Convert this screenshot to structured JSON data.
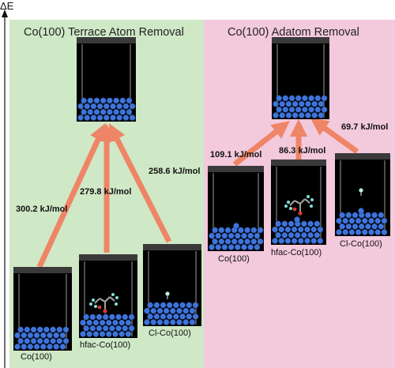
{
  "axis": {
    "label": "ΔE"
  },
  "left_panel": {
    "title": "Co(100) Terrace Atom Removal",
    "energies": [
      "300.2 kJ/mol",
      "279.8 kJ/mol",
      "258.6 kJ/mol"
    ],
    "labels": [
      "Co(100)",
      "hfac-Co(100)",
      "Cl-Co(100)"
    ]
  },
  "right_panel": {
    "title": "Co(100) Adatom Removal",
    "energies": [
      "109.1 kJ/mol",
      "86.3 kJ/mol",
      "69.7 kJ/mol"
    ],
    "labels": [
      "Co(100)",
      "hfac-Co(100)",
      "Cl-Co(100)"
    ]
  },
  "colors": {
    "left_background": "#cfe8c6",
    "right_background": "#f3c9dc",
    "arrow": "#ee8566",
    "atom": "#3f74d8",
    "cell": "#000000"
  }
}
